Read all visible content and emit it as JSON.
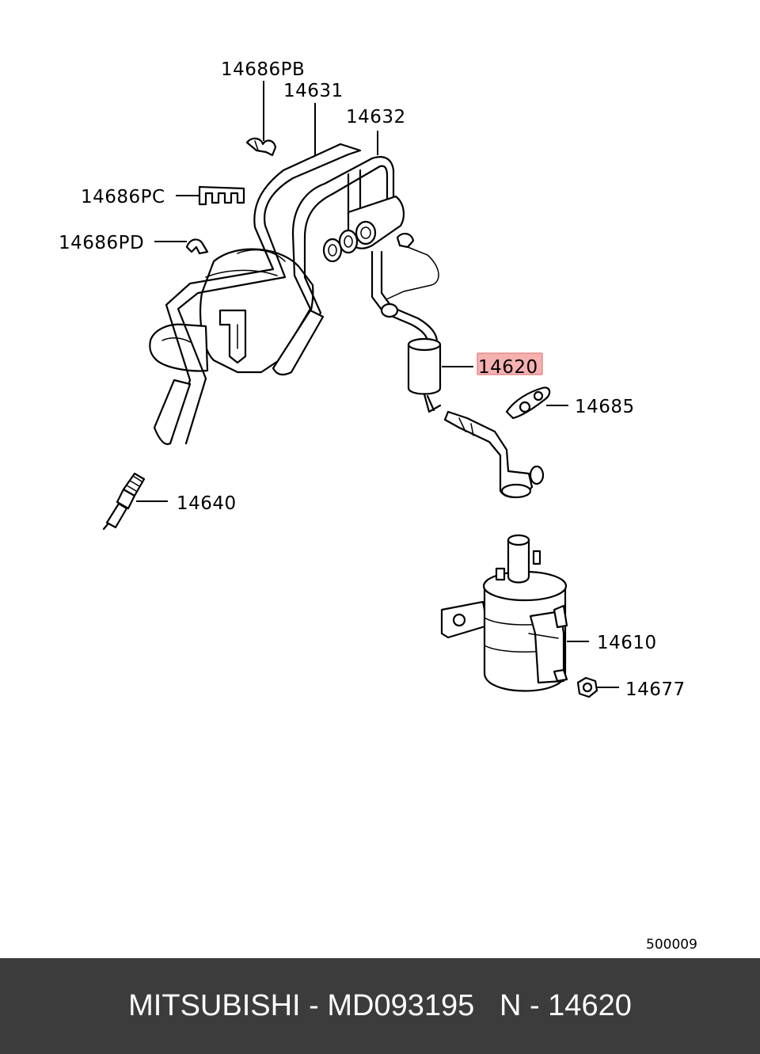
{
  "diagram": {
    "callouts": {
      "pb": "14686PB",
      "c14631": "14631",
      "c14632": "14632",
      "pc": "14686PC",
      "pd": "14686PD",
      "c14620": "14620",
      "c14685": "14685",
      "c14640": "14640",
      "c14610": "14610",
      "c14677": "14677"
    },
    "highlighted_callout": "14620",
    "highlight_color": "#f4a3a3",
    "figure_ref": "500009"
  },
  "footer": {
    "text": "MITSUBISHI - MD093195   N - 14620",
    "background": "#3c3c3c"
  }
}
